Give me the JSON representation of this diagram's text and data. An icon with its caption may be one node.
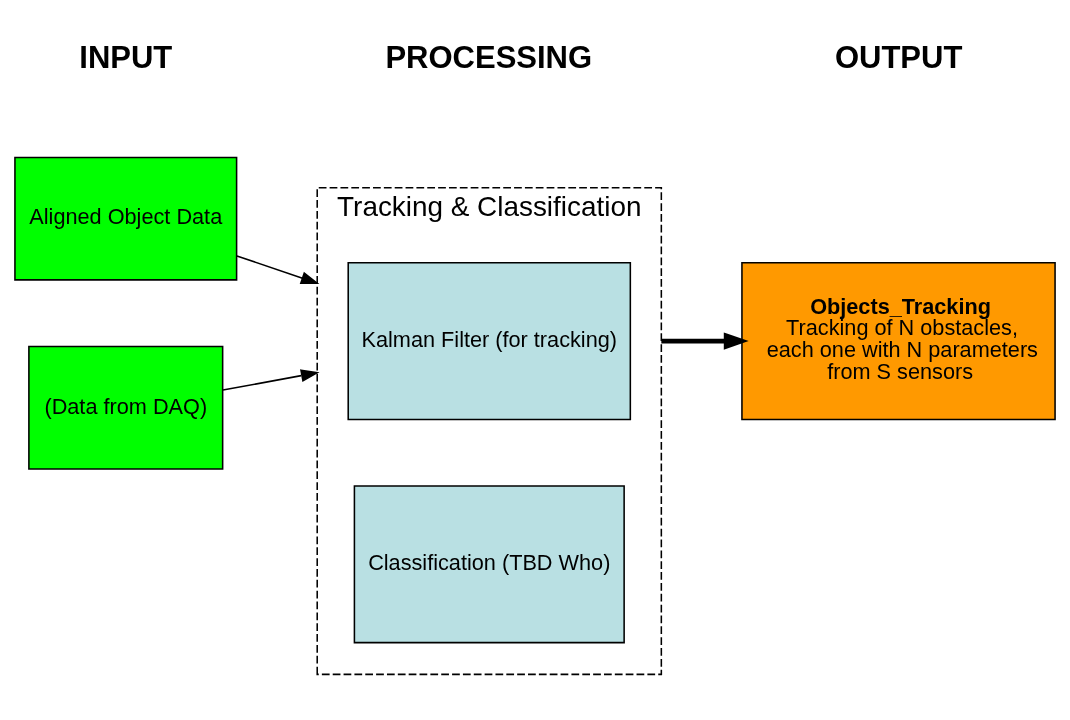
{
  "diagram": {
    "nodes": [
      {
        "text": [
          "Aligned Object Data"
        ]
      },
      {
        "text": [
          "(Data from DAQ)"
        ]
      },
      {
        "text": [
          "Tracking & Classification"
        ]
      },
      {
        "text": [
          "Kalman Filter (for tracking)"
        ],
        "in": 2
      },
      {
        "text": [
          "Classification (TBD Who)"
        ],
        "in": 2
      },
      {
        "text": [
          "Objects_Tracking",
          "Tracking of N obstacles, each one with N parameters from S sensors"
        ]
      }
    ],
    "edges": [
      {
        "from": 0,
        "to": 2,
        "arrow": "to"
      },
      {
        "from": 1,
        "to": 2,
        "arrow": "to"
      },
      {
        "from": 2,
        "to": 5,
        "arrow": "to",
        "style": "thick"
      }
    ],
    "labels": [
      "INPUT",
      "PROCESSING",
      "OUTPUT"
    ]
  }
}
